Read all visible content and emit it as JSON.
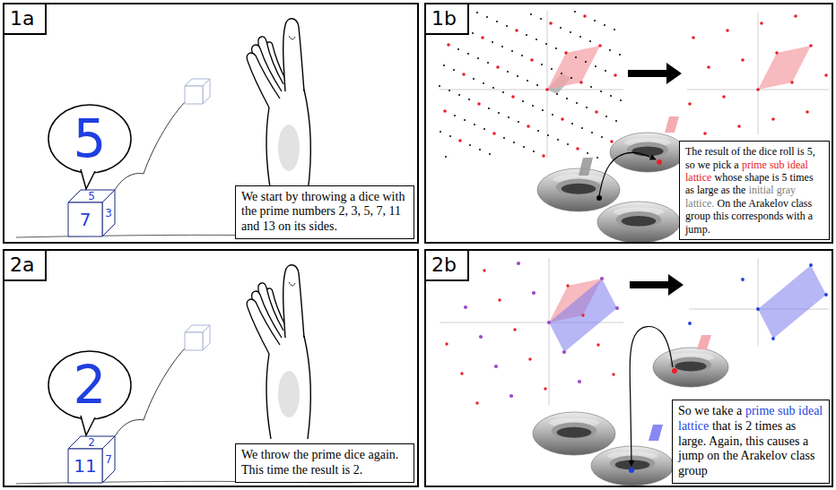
{
  "diagram": {
    "nodes": [
      {
        "text": [
          "1a"
        ]
      },
      {
        "text": [
          "5"
        ],
        "in": 0
      },
      {
        "text": [
          "We start by throwing a dice with the prime numbers 2, 3, 5, 7, 11 and 13 on its sides."
        ],
        "in": 0
      },
      {
        "text": [
          "1b"
        ]
      },
      {
        "text": [
          "The result of the dice roll is 5, so we pick a",
          "prime sub ideal lattice",
          "whose shape is 5 times as large as the",
          "initial gray lattice.",
          "On the Arakelov class group this corresponds with a jump."
        ],
        "in": 3
      },
      {
        "text": [
          "2a"
        ]
      },
      {
        "text": [
          "2"
        ],
        "in": 5
      },
      {
        "text": [
          "We throw the prime dice again. This time the result is 2."
        ],
        "in": 5
      },
      {
        "text": [
          "2b"
        ]
      },
      {
        "text": [
          "So we take a",
          "prime sub ideal lattice",
          "that is 2 times as large. Again, this causes a jump on the Arakelov class group"
        ],
        "in": 8
      }
    ],
    "labels": [
      "5",
      "7",
      "3",
      "2",
      "11",
      "7"
    ]
  }
}
